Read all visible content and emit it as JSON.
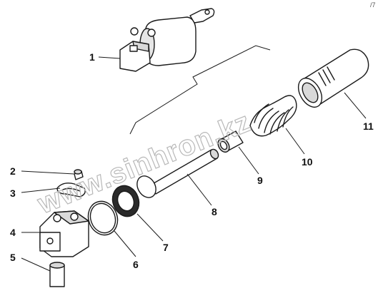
{
  "diagram": {
    "watermark": "www.sinhron.kz",
    "corner_mark": "/7",
    "callouts": [
      {
        "id": "1",
        "label": "1"
      },
      {
        "id": "2",
        "label": "2"
      },
      {
        "id": "3",
        "label": "3"
      },
      {
        "id": "4",
        "label": "4"
      },
      {
        "id": "5",
        "label": "5"
      },
      {
        "id": "6",
        "label": "6"
      },
      {
        "id": "7",
        "label": "7"
      },
      {
        "id": "8",
        "label": "8"
      },
      {
        "id": "9",
        "label": "9"
      },
      {
        "id": "10",
        "label": "10"
      },
      {
        "id": "11",
        "label": "11"
      }
    ],
    "parts": [
      {
        "id": "1",
        "icon": "cylinder-end-assembly"
      },
      {
        "id": "2",
        "icon": "small-pin"
      },
      {
        "id": "3",
        "icon": "spring-clip"
      },
      {
        "id": "4",
        "icon": "clevis-end"
      },
      {
        "id": "5",
        "icon": "bushing"
      },
      {
        "id": "6",
        "icon": "o-ring"
      },
      {
        "id": "7",
        "icon": "seal-ring"
      },
      {
        "id": "8",
        "icon": "piston-rod"
      },
      {
        "id": "9",
        "icon": "sleeve"
      },
      {
        "id": "10",
        "icon": "coil-spring"
      },
      {
        "id": "11",
        "icon": "cylinder-housing"
      }
    ],
    "colors": {
      "line": "#1a1a1a",
      "part_fill": "#ffffff",
      "shade": "#d9d9d9",
      "watermark": "#b8b8b8"
    }
  }
}
